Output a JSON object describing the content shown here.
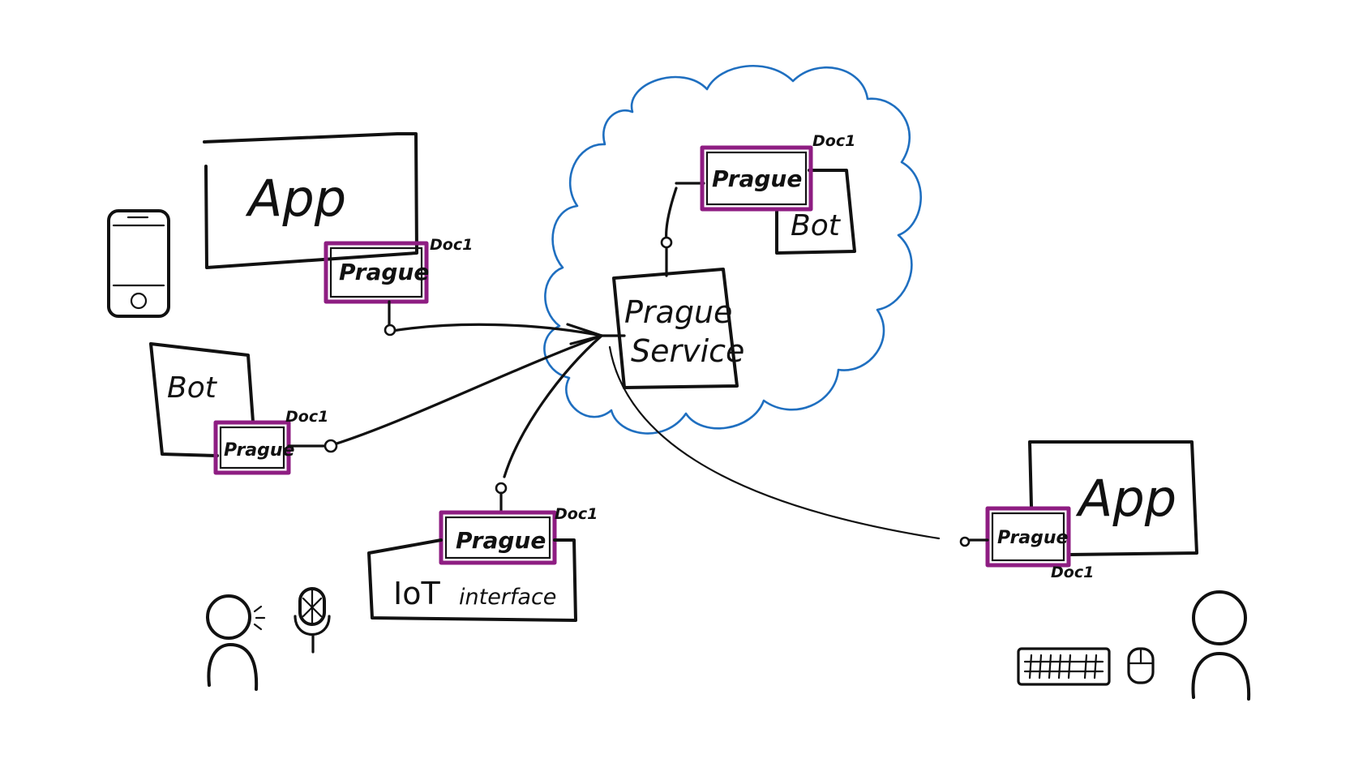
{
  "colors": {
    "ink": "#111111",
    "prague_highlight": "#8e1d82",
    "cloud": "#1f6fc0",
    "background": "#ffffff"
  },
  "cloud_node": {
    "service_label_line1": "Prague",
    "service_label_line2": "Service",
    "prague_label": "Prague",
    "doc_label": "Doc1",
    "bot_label": "Bot"
  },
  "mobile_app": {
    "app_label": "App",
    "prague_label": "Prague",
    "doc_label": "Doc1",
    "device_icon": "smartphone-icon"
  },
  "bot_client": {
    "bot_label": "Bot",
    "prague_label": "Prague",
    "doc_label": "Doc1"
  },
  "iot_client": {
    "prague_label": "Prague",
    "doc_label": "Doc1",
    "iot_label": "IoT",
    "interface_label": "interface",
    "person_icon": "speaking-person-icon",
    "mic_icon": "microphone-icon"
  },
  "desktop_app": {
    "app_label": "App",
    "prague_label": "Prague",
    "doc_label": "Doc1",
    "keyboard_icon": "keyboard-icon",
    "mouse_icon": "mouse-icon",
    "person_icon": "person-icon"
  }
}
